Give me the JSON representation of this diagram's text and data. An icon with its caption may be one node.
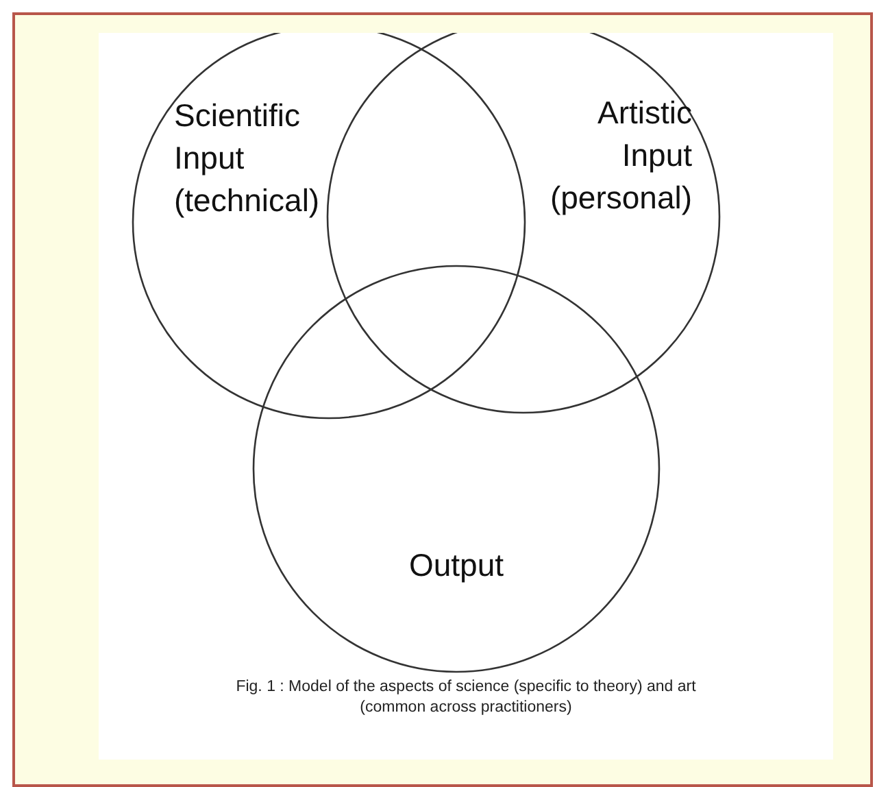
{
  "diagram": {
    "caption": "Fig. 1 : Model of the aspects of science (specific to theory) and art (common across practitioners)",
    "nodes": [
      {
        "text": [
          "Scientific Input (technical)"
        ]
      },
      {
        "text": [
          "Artistic Input (personal)"
        ]
      },
      {
        "text": [
          "Output"
        ]
      }
    ]
  }
}
